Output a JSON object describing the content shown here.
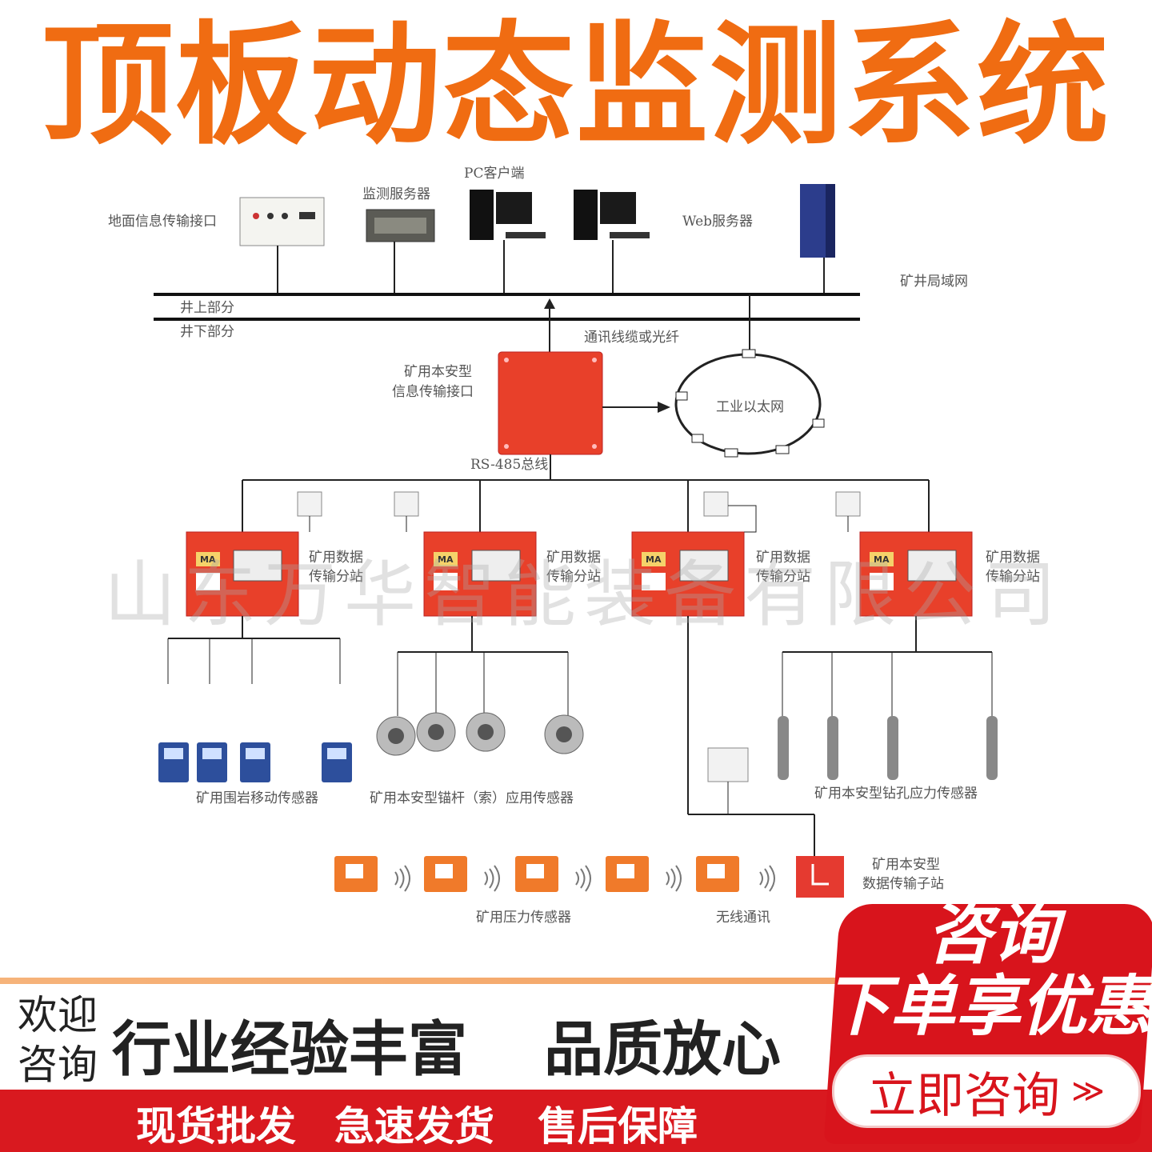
{
  "header": {
    "title": "顶板动态监测系统"
  },
  "top_devices": {
    "surface_interface": "地面信息传输接口",
    "monitor_server": "监测服务器",
    "pc_client": "PC客户端",
    "web_server": "Web服务器",
    "lan": "矿井局域网",
    "above": "井上部分",
    "below": "井下部分",
    "cable": "通讯线缆或光纤"
  },
  "core": {
    "interface_line1": "矿用本安型",
    "interface_line2": "信息传输接口",
    "ethernet": "工业以太网",
    "bus": "RS-485总线"
  },
  "substations": {
    "line1": "矿用数据",
    "line2": "传输分站",
    "badge": "MA"
  },
  "sensors": {
    "displacement": "矿用围岩移动传感器",
    "anchor": "矿用本安型锚杆（索）应用传感器",
    "borehole": "矿用本安型钻孔应力传感器",
    "pressure": "矿用压力传感器",
    "wireless": "无线通讯",
    "sub_line1": "矿用本安型",
    "sub_line2": "数据传输子站"
  },
  "watermark": "山东万华智能装备有限公司",
  "footer": {
    "welcome_line1": "欢迎",
    "welcome_line2": "咨询",
    "slogan1": "行业经验丰富",
    "slogan2": "品质放心",
    "tags": [
      "现货批发",
      "急速发货",
      "售后保障"
    ]
  },
  "promo": {
    "line1": "咨询",
    "line2": "下单享优惠",
    "cta": "立即咨询",
    "cta_arrow": "≫"
  },
  "colors": {
    "title": "#f06c12",
    "device_red": "#e8402a",
    "promo_red": "#d8141c",
    "bar_red": "#d9191f"
  }
}
